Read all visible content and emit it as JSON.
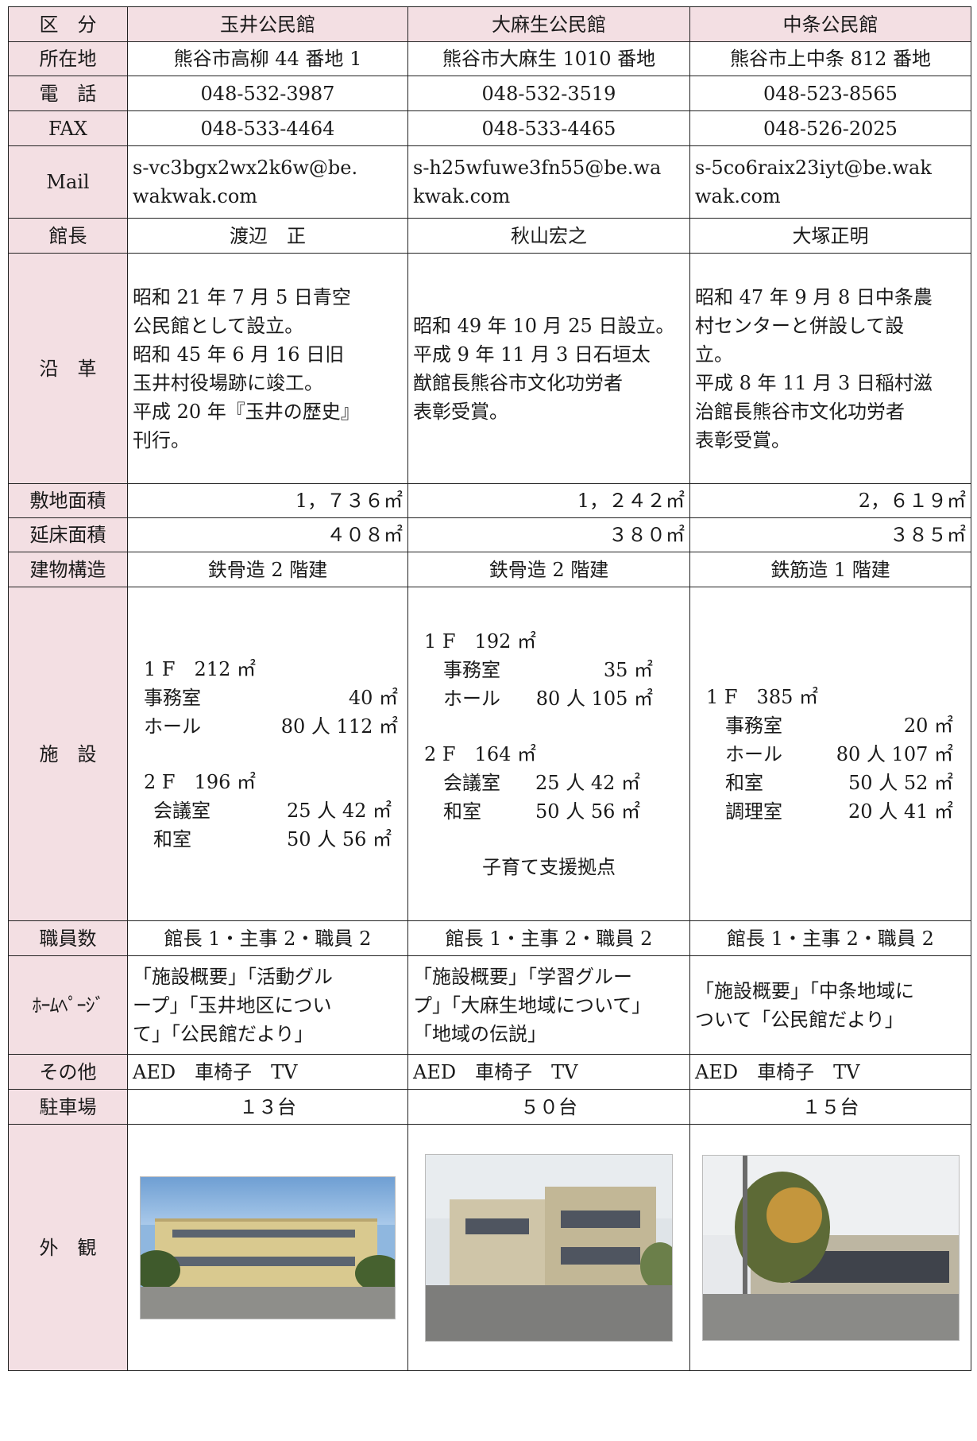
{
  "header": {
    "category": "区　分",
    "col1": "玉井公民館",
    "col2": "大麻生公民館",
    "col3": "中条公民館"
  },
  "address": {
    "label": "所在地",
    "v1": "熊谷市高柳 44 番地 1",
    "v2": "熊谷市大麻生 1010 番地",
    "v3": "熊谷市上中条 812 番地"
  },
  "phone": {
    "label": "電　話",
    "v1": "048-532-3987",
    "v2": "048-532-3519",
    "v3": "048-523-8565"
  },
  "fax": {
    "label": "FAX",
    "v1": "048-533-4464",
    "v2": "048-533-4465",
    "v3": "048-526-2025"
  },
  "mail": {
    "label": "Mail",
    "v1": [
      "s-vc3bgx2wx2k6w@be.",
      "wakwak.com"
    ],
    "v2": [
      "s-h25wfuwe3fn55@be.wa",
      "kwak.com"
    ],
    "v3": [
      "s-5co6raix23iyt@be.wak",
      "wak.com"
    ]
  },
  "director": {
    "label": "館長",
    "v1": "渡辺　正",
    "v2": "秋山宏之",
    "v3": "大塚正明"
  },
  "history": {
    "label": "沿　革",
    "v1": [
      "昭和 21 年 7 月 5 日青空",
      "公民館として設立。",
      "昭和 45 年 6 月 16 日旧",
      "玉井村役場跡に竣工。",
      "平成 20 年『玉井の歴史』",
      "刊行。"
    ],
    "v2": [
      "昭和 49 年 10 月 25 日設立。",
      "平成 9 年 11 月 3 日石垣太",
      "猷館長熊谷市文化功労者",
      "表彰受賞。"
    ],
    "v3": [
      "昭和 47 年 9 月 8 日中条農",
      "村センターと併設して設",
      "立。",
      "平成 8 年 11 月 3 日稲村滋",
      "治館長熊谷市文化功労者",
      "表彰受賞。"
    ]
  },
  "site_area": {
    "label": "敷地面積",
    "v1": "1，７３６㎡",
    "v2": "1，２４２㎡",
    "v3": "2，６１９㎡"
  },
  "floor_area": {
    "label": "延床面積",
    "v1": "４０８㎡",
    "v2": "３８０㎡",
    "v3": "３８５㎡"
  },
  "structure": {
    "label": "建物構造",
    "v1": "鉄骨造 2 階建",
    "v2": "鉄骨造 2 階建",
    "v3": "鉄筋造 1 階建"
  },
  "facilities": {
    "label": "施　設",
    "c1": {
      "f1": "1 F　212 ㎡",
      "f1_rooms": [
        {
          "name": "事務室",
          "value": "40 ㎡"
        },
        {
          "name": "ホール",
          "value": "80 人 112 ㎡"
        }
      ],
      "f2": "2 F　196 ㎡",
      "f2_rooms": [
        {
          "name": "会議室",
          "value": "25 人 42 ㎡"
        },
        {
          "name": "和室",
          "value": "50 人 56 ㎡"
        }
      ]
    },
    "c2": {
      "f1": "1 F　192 ㎡",
      "f1_rooms": [
        {
          "name": "事務室",
          "value": "35 ㎡"
        },
        {
          "name": "ホール",
          "value": "80 人 105 ㎡"
        }
      ],
      "f2": "2 F　164 ㎡",
      "f2_rooms": [
        {
          "name": "会議室",
          "value": "25 人 42 ㎡"
        },
        {
          "name": "和室",
          "value": "50 人 56 ㎡"
        }
      ],
      "note": "子育て支援拠点"
    },
    "c3": {
      "f1": "1 F　385 ㎡",
      "f1_rooms": [
        {
          "name": "事務室",
          "value": "20 ㎡"
        },
        {
          "name": "ホール",
          "value": "80 人 107 ㎡"
        },
        {
          "name": "和室",
          "value": "50 人 52 ㎡"
        },
        {
          "name": "調理室",
          "value": "20 人 41 ㎡"
        }
      ]
    }
  },
  "staff": {
    "label": "職員数",
    "v1": "館長 1・主事 2・職員 2",
    "v2": "館長 1・主事 2・職員 2",
    "v3": "館長 1・主事 2・職員 2"
  },
  "homepage": {
    "label": "ﾎｰﾑﾍﾟｰｼﾞ",
    "v1": [
      "「施設概要」「活動グル",
      "ープ」「玉井地区につい",
      "て」「公民館だより」"
    ],
    "v2": [
      "「施設概要」「学習グルー",
      "プ」「大麻生地域について」",
      "「地域の伝説」"
    ],
    "v3": [
      "「施設概要」「中条地域に",
      "ついて「公民館だより」"
    ]
  },
  "other": {
    "label": "その他",
    "v1": "AED　車椅子　TV",
    "v2": "AED　車椅子　TV",
    "v3": "AED　車椅子　TV"
  },
  "parking": {
    "label": "駐車場",
    "v1": "１３台",
    "v2": "５０台",
    "v3": "１５台"
  },
  "exterior": {
    "label": "外　観"
  }
}
